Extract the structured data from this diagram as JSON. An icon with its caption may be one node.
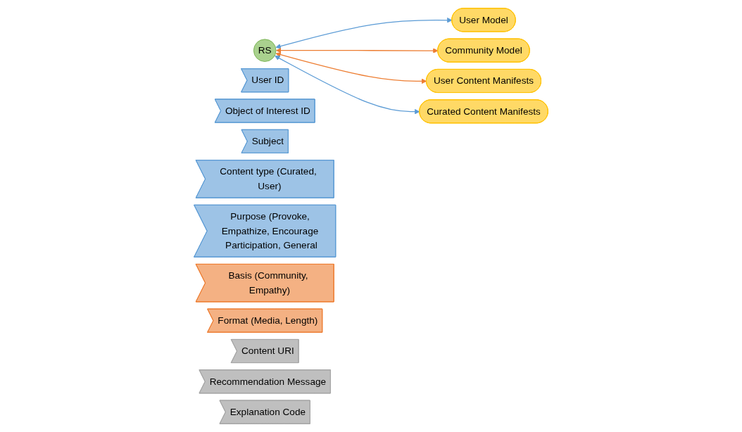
{
  "diagram": {
    "nodes": [
      {
        "text": [
          "RS"
        ]
      },
      {
        "text": [
          "User ID"
        ]
      },
      {
        "text": [
          "Object of Interest ID"
        ]
      },
      {
        "text": [
          "Subject"
        ]
      },
      {
        "text": [
          "Content type (Curated, User)"
        ]
      },
      {
        "text": [
          "Purpose (Provoke, Empathize, Encourage Participation, General"
        ]
      },
      {
        "text": [
          "Basis (Community, Empathy)"
        ]
      },
      {
        "text": [
          "Format (Media, Length)"
        ]
      },
      {
        "text": [
          "Content URI"
        ]
      },
      {
        "text": [
          "Recommendation Message"
        ]
      },
      {
        "text": [
          "Explanation Code"
        ]
      },
      {
        "text": [
          "User Model"
        ]
      },
      {
        "text": [
          "Community Model"
        ]
      },
      {
        "text": [
          "User Content Manifests"
        ]
      },
      {
        "text": [
          "Curated Content Manifests"
        ]
      }
    ],
    "edges": [
      {
        "from": 0,
        "to": 11,
        "arrow": "both",
        "color": "#5b9bd5"
      },
      {
        "from": 0,
        "to": 12,
        "arrow": "both",
        "color": "#ed7d31"
      },
      {
        "from": 0,
        "to": 13,
        "arrow": "both",
        "color": "#ed7d31"
      },
      {
        "from": 0,
        "to": 14,
        "arrow": "both",
        "color": "#5b9bd5"
      }
    ]
  }
}
